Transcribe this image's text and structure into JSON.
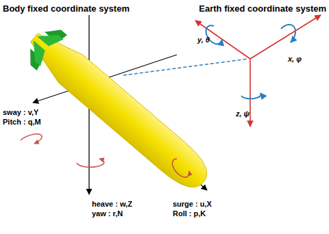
{
  "diagram": {
    "labels": [
      "Body fixed coordinate system",
      "Earth fixed coordinate system",
      "sway : v,Y",
      "Pitch : q,M",
      "heave : w,Z",
      "yaw : r,N",
      "surge : u,X",
      "Roll : p,K",
      "y, θ",
      "x, φ",
      "z, ψ"
    ]
  }
}
